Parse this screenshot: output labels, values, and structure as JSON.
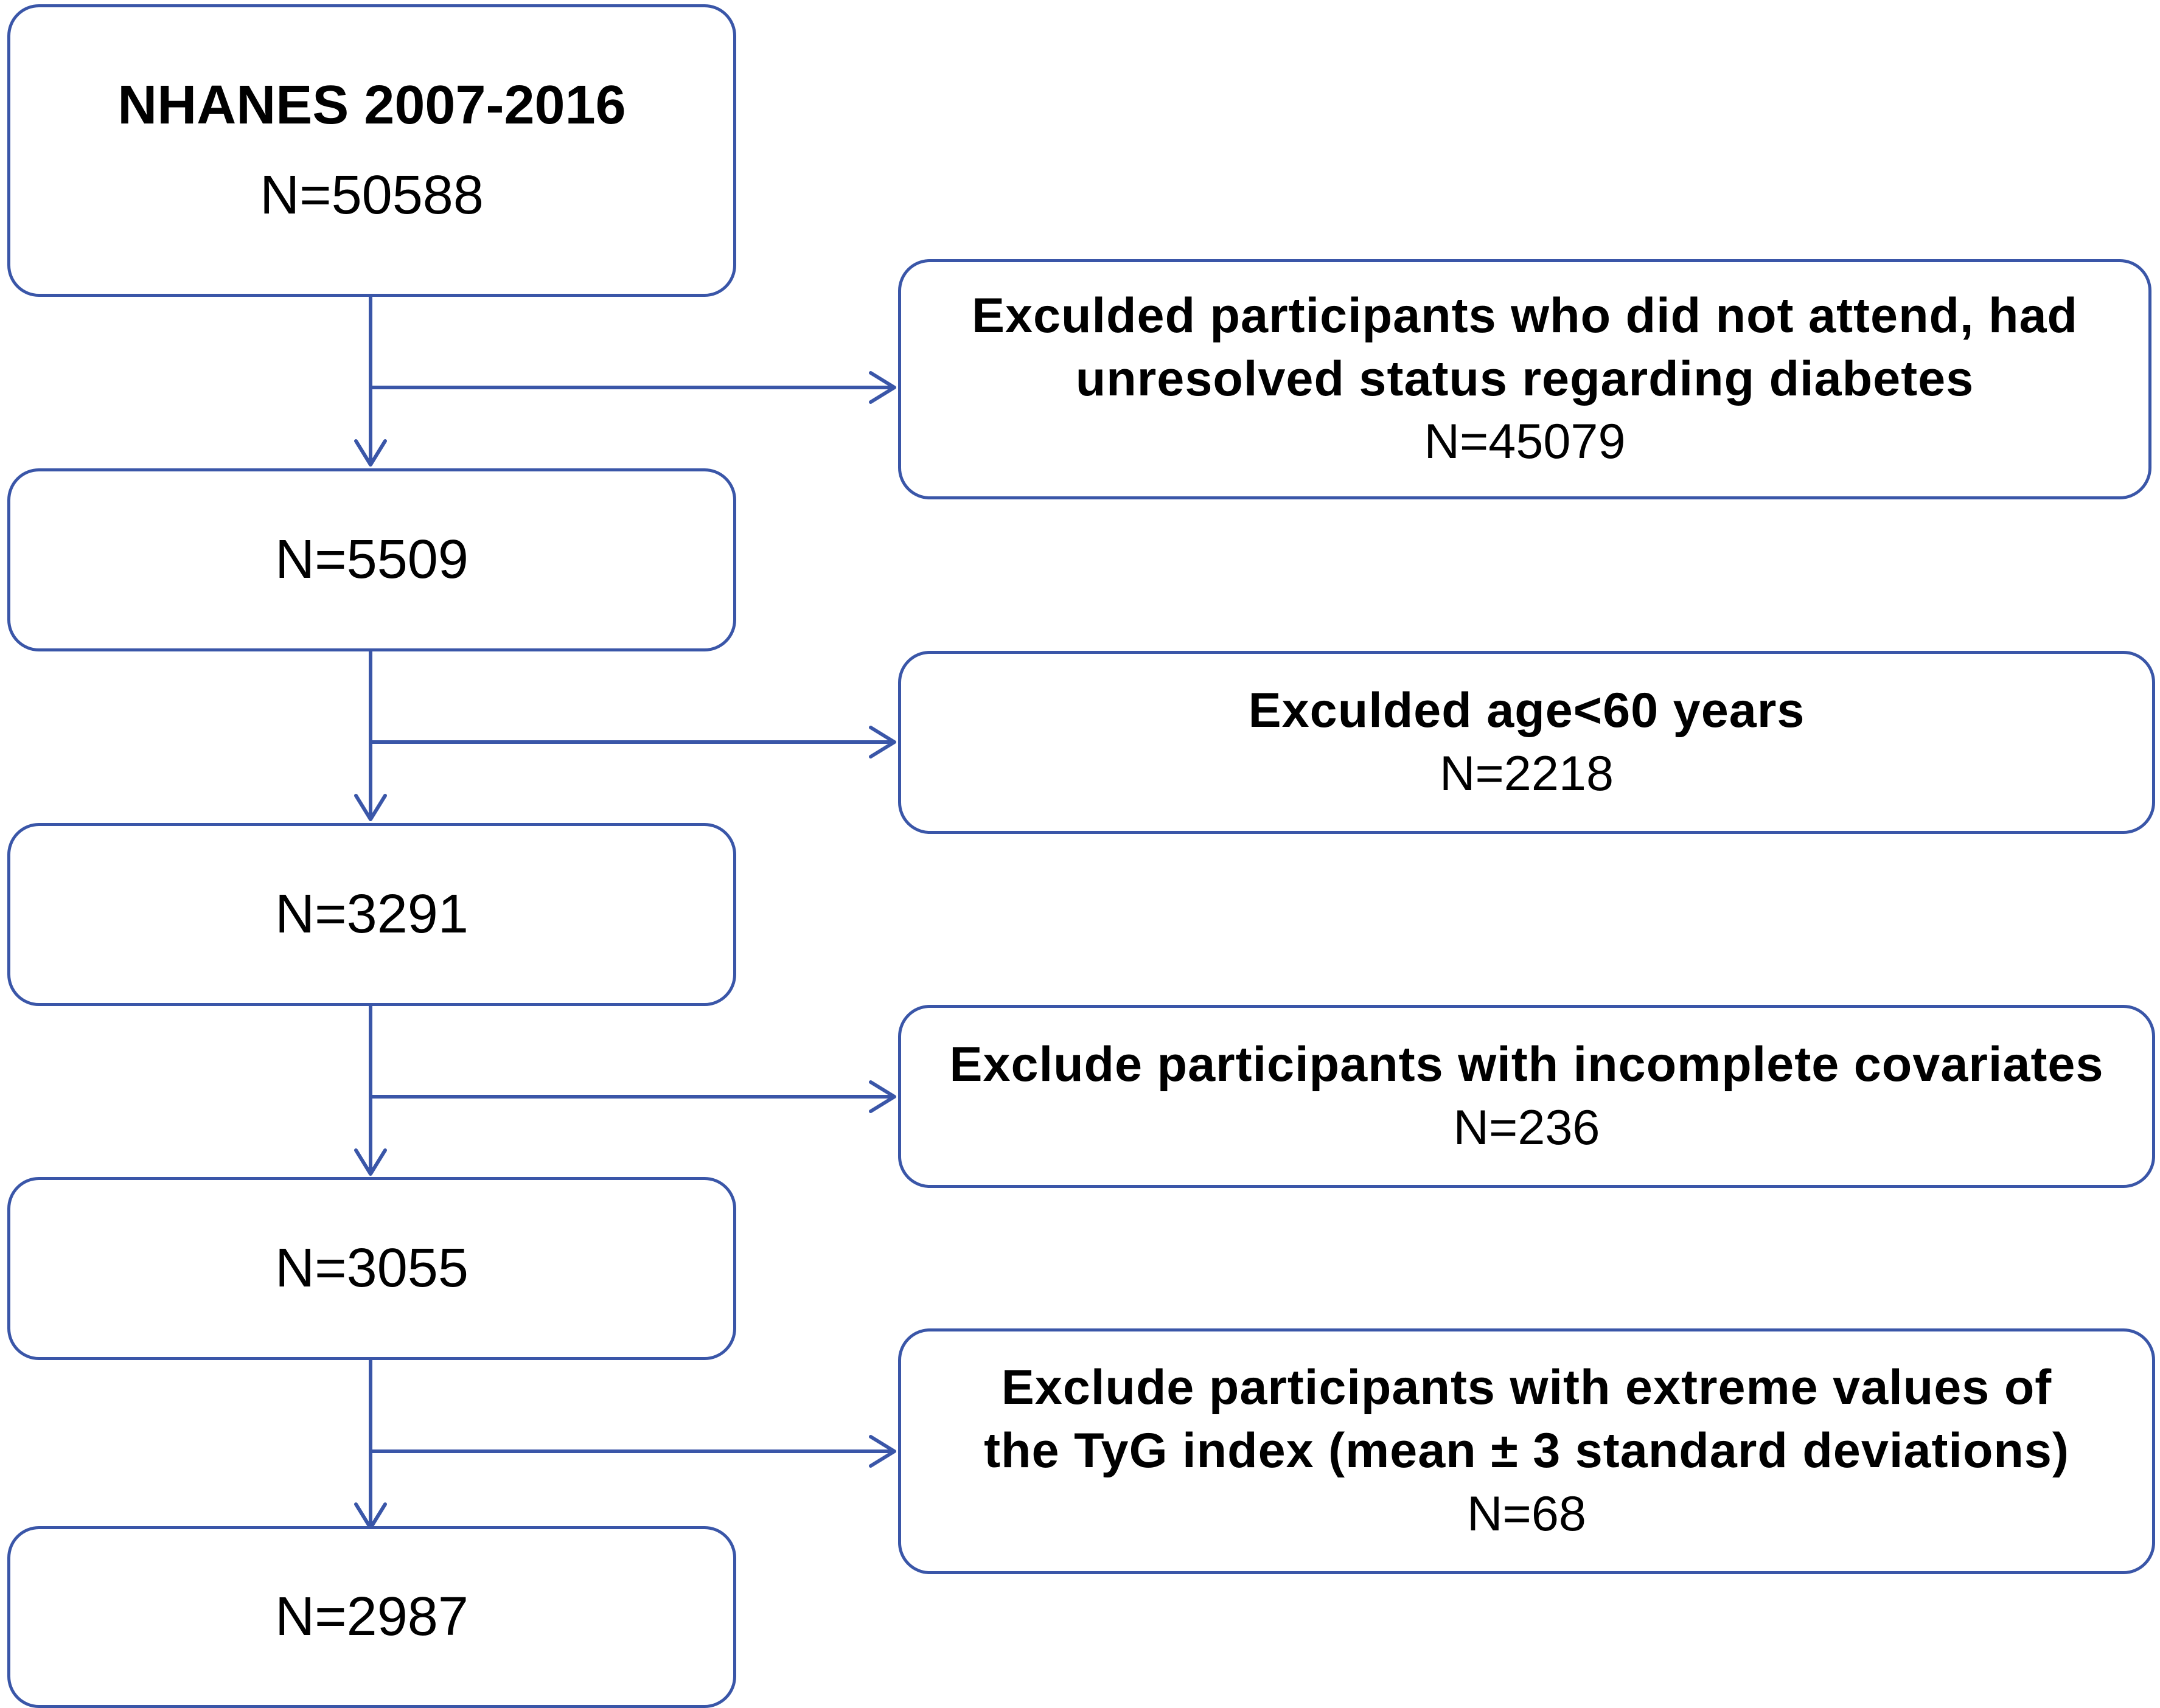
{
  "colors": {
    "line": "#3a56a8",
    "text": "#000000",
    "background": "#ffffff"
  },
  "flowchart": {
    "main_boxes": [
      {
        "title": "NHANES 2007-2016",
        "n": "N=50588"
      },
      {
        "n": "N=5509"
      },
      {
        "n": "N=3291"
      },
      {
        "n": "N=3055"
      },
      {
        "n": "N=2987"
      }
    ],
    "exclusions": [
      {
        "lines": [
          "Exculded participants who did not attend, had",
          "unresolved status regarding diabetes"
        ],
        "n": "N=45079"
      },
      {
        "lines": [
          "Exculded age<60 years"
        ],
        "n": "N=2218"
      },
      {
        "lines": [
          "Exclude participants with incomplete covariates"
        ],
        "n": "N=236"
      },
      {
        "lines": [
          "Exclude participants with extreme values of",
          "the TyG index (mean ± 3 standard deviations)"
        ],
        "n": "N=68"
      }
    ]
  }
}
